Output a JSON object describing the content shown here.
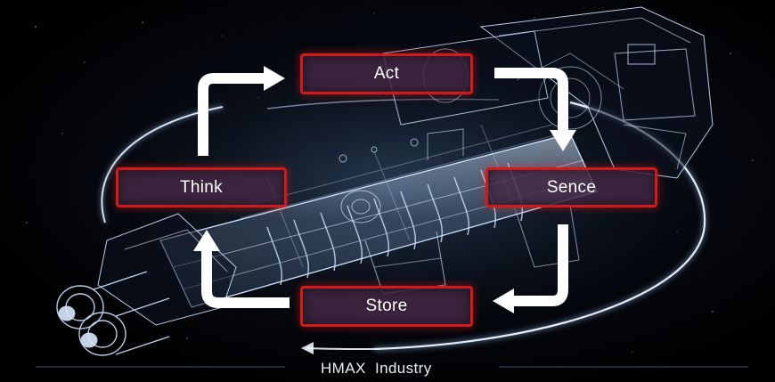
{
  "diagram": {
    "stages": {
      "act": "Act",
      "think": "Think",
      "sence": "Sence",
      "store": "Store"
    },
    "brand": "HMAX  Industry"
  },
  "colors": {
    "box_border": "#d11a1a",
    "box_fill": "#46284a",
    "arrow": "#ffffff",
    "machine_wireframe": "#cfe3ff",
    "orbit_glow": "#9ec8ff",
    "background": "#000000"
  },
  "icons": {
    "cycle_arrows": "white-curved-arrow",
    "machine": "extruder-wireframe-illustration"
  }
}
